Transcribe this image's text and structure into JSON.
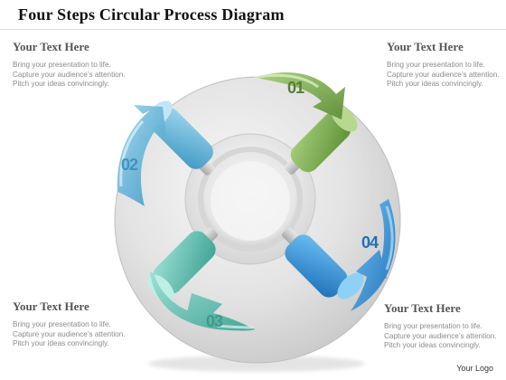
{
  "title": "Four Steps Circular Process Diagram",
  "text_blocks": [
    {
      "heading": "Your Text Here",
      "body": "Bring your presentation to life. Capture your audience’s attention. Pitch your ideas convincingly."
    },
    {
      "heading": "Your Text Here",
      "body": "Bring your presentation to life. Capture your audience’s attention. Pitch your ideas convincingly."
    },
    {
      "heading": "Your Text Here",
      "body": "Bring your presentation to life. Capture your audience’s attention. Pitch your ideas convincingly."
    },
    {
      "heading": "Your Text Here",
      "body": "Bring your presentation to life. Capture your audience’s attention. Pitch your ideas convincingly."
    }
  ],
  "steps": [
    {
      "number": "01",
      "color": "#7aaa4c",
      "icon": "curved-arrow-icon"
    },
    {
      "number": "02",
      "color": "#5fb2d8",
      "icon": "curved-arrow-icon"
    },
    {
      "number": "03",
      "color": "#5ec0b0",
      "icon": "curved-arrow-icon"
    },
    {
      "number": "04",
      "color": "#2f8fd8",
      "icon": "curved-arrow-icon"
    }
  ],
  "logo": "Your Logo"
}
